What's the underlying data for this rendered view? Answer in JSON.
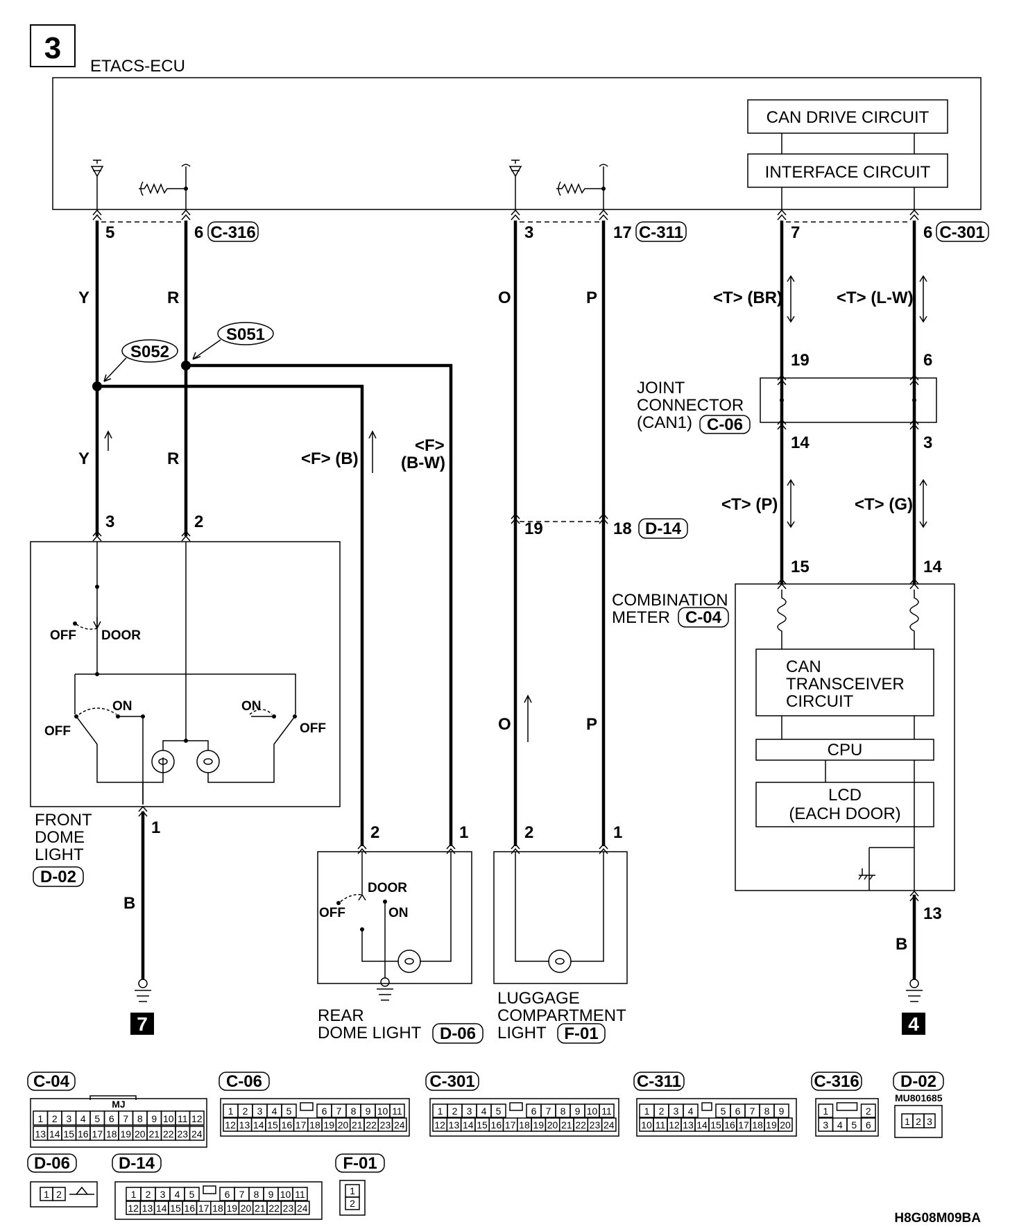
{
  "sheet_number": "3",
  "figure_code": "H8G08M09BA",
  "ecu": {
    "label": "ETACS-ECU",
    "can_drive": "CAN DRIVE CIRCUIT",
    "interface": "INTERFACE CIRCUIT"
  },
  "connectors": {
    "c316": "C-316",
    "c311": "C-311",
    "c301": "C-301",
    "c06": "C-06",
    "d14": "D-14",
    "c04": "C-04",
    "d02": "D-02",
    "d06": "D-06",
    "f01": "F-01"
  },
  "pins": {
    "p5": "5",
    "p6a": "6",
    "p3a": "3",
    "p17": "17",
    "p7": "7",
    "p6b": "6",
    "p19a": "19",
    "p6c": "6",
    "p14a": "14",
    "p3b": "3",
    "p19b": "19",
    "p18": "18",
    "p15": "15",
    "p14b": "14",
    "p3c": "3",
    "p2a": "2",
    "p1a": "1",
    "p2b": "2",
    "p1b": "1",
    "p2c": "2",
    "p1c": "1",
    "p13": "13"
  },
  "wires": {
    "y1": "Y",
    "r1": "R",
    "o1": "O",
    "p1": "P",
    "y2": "Y",
    "r2": "R",
    "o2": "O",
    "p2": "P",
    "b1": "B",
    "b2": "B",
    "br": "<T> (BR)",
    "lw": "<T> (L-W)",
    "tp": "<T> (P)",
    "tg": "<T> (G)",
    "fb": "<F> (B)",
    "fbw_f": "<F>",
    "fbw_c": "(B-W)"
  },
  "splices": {
    "s051": "S051",
    "s052": "S052"
  },
  "joint": {
    "line1": "JOINT",
    "line2": "CONNECTOR",
    "line3": "(CAN1)"
  },
  "meter": {
    "line1": "COMBINATION",
    "line2": "METER",
    "can1": "CAN",
    "can2": "TRANSCEIVER",
    "can3": "CIRCUIT",
    "cpu": "CPU",
    "lcd1": "LCD",
    "lcd2": "(EACH DOOR)"
  },
  "front_dome": {
    "line1": "FRONT",
    "line2": "DOME",
    "line3": "LIGHT",
    "off1": "OFF",
    "door": "DOOR",
    "on_l": "ON",
    "on_r": "ON",
    "off_l": "OFF",
    "off_r": "OFF"
  },
  "rear_dome": {
    "line1": "REAR",
    "line2": "DOME LIGHT",
    "door": "DOOR",
    "off": "OFF",
    "on": "ON"
  },
  "luggage": {
    "line1": "LUGGAGE",
    "line2": "COMPARTMENT",
    "line3": "LIGHT"
  },
  "grounds": {
    "g7": "7",
    "g4": "4"
  },
  "connector_faces": {
    "c04_tab": "MJ",
    "c04_row1": [
      "1",
      "2",
      "3",
      "4",
      "5",
      "6",
      "7",
      "8",
      "9",
      "10",
      "11",
      "12"
    ],
    "c04_row2": [
      "13",
      "14",
      "15",
      "16",
      "17",
      "18",
      "19",
      "20",
      "21",
      "22",
      "23",
      "24"
    ],
    "c06_row1": [
      "1",
      "2",
      "3",
      "4",
      "5",
      "6",
      "7",
      "8",
      "9",
      "10",
      "11"
    ],
    "c06_row2": [
      "12",
      "13",
      "14",
      "15",
      "16",
      "17",
      "18",
      "19",
      "20",
      "21",
      "22",
      "23",
      "24"
    ],
    "c301_row1": [
      "1",
      "2",
      "3",
      "4",
      "5",
      "6",
      "7",
      "8",
      "9",
      "10",
      "11"
    ],
    "c301_row2": [
      "12",
      "13",
      "14",
      "15",
      "16",
      "17",
      "18",
      "19",
      "20",
      "21",
      "22",
      "23",
      "24"
    ],
    "c311_row1": [
      "1",
      "2",
      "3",
      "4",
      "5",
      "6",
      "7",
      "8",
      "9"
    ],
    "c311_row2": [
      "10",
      "11",
      "12",
      "13",
      "14",
      "15",
      "16",
      "17",
      "18",
      "19",
      "20"
    ],
    "c316_row1": [
      "1",
      "2"
    ],
    "c316_row2": [
      "3",
      "4",
      "5",
      "6"
    ],
    "d02_code": "MU801685",
    "d02_pins": [
      "1",
      "2",
      "3"
    ],
    "d06_pins": [
      "1",
      "2"
    ],
    "d14_row1": [
      "1",
      "2",
      "3",
      "4",
      "5",
      "6",
      "7",
      "8",
      "9",
      "10",
      "11"
    ],
    "d14_row2": [
      "12",
      "13",
      "14",
      "15",
      "16",
      "17",
      "18",
      "19",
      "20",
      "21",
      "22",
      "23",
      "24"
    ],
    "f01_pins": [
      "1",
      "2"
    ]
  }
}
